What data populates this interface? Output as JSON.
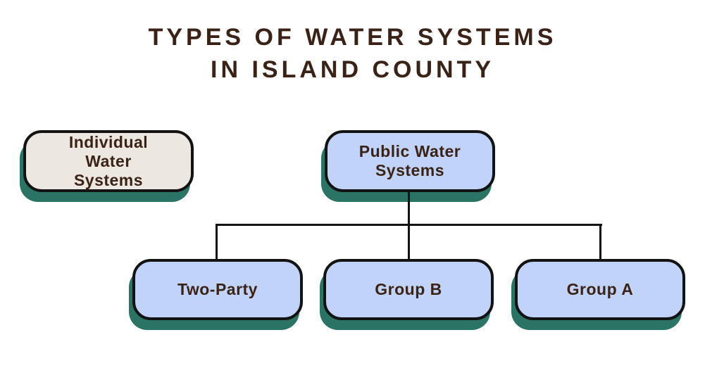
{
  "title": {
    "line1": "TYPES OF WATER SYSTEMS",
    "line2": "IN ISLAND COUNTY"
  },
  "diagram": {
    "individual": {
      "label": "Individual Water Systems",
      "lines": [
        "Individual",
        "Water",
        "Systems"
      ]
    },
    "public": {
      "label": "Public Water Systems",
      "lines": [
        "Public Water",
        "Systems"
      ]
    },
    "children": [
      {
        "label": "Two-Party"
      },
      {
        "label": "Group B"
      },
      {
        "label": "Group A"
      }
    ]
  },
  "colors": {
    "box_blue": "#c1d3f9",
    "box_beige": "#ece7e1",
    "shadow_teal": "#2a7365",
    "outline": "#131313",
    "text": "#3a2316",
    "background": "#ffffff"
  }
}
